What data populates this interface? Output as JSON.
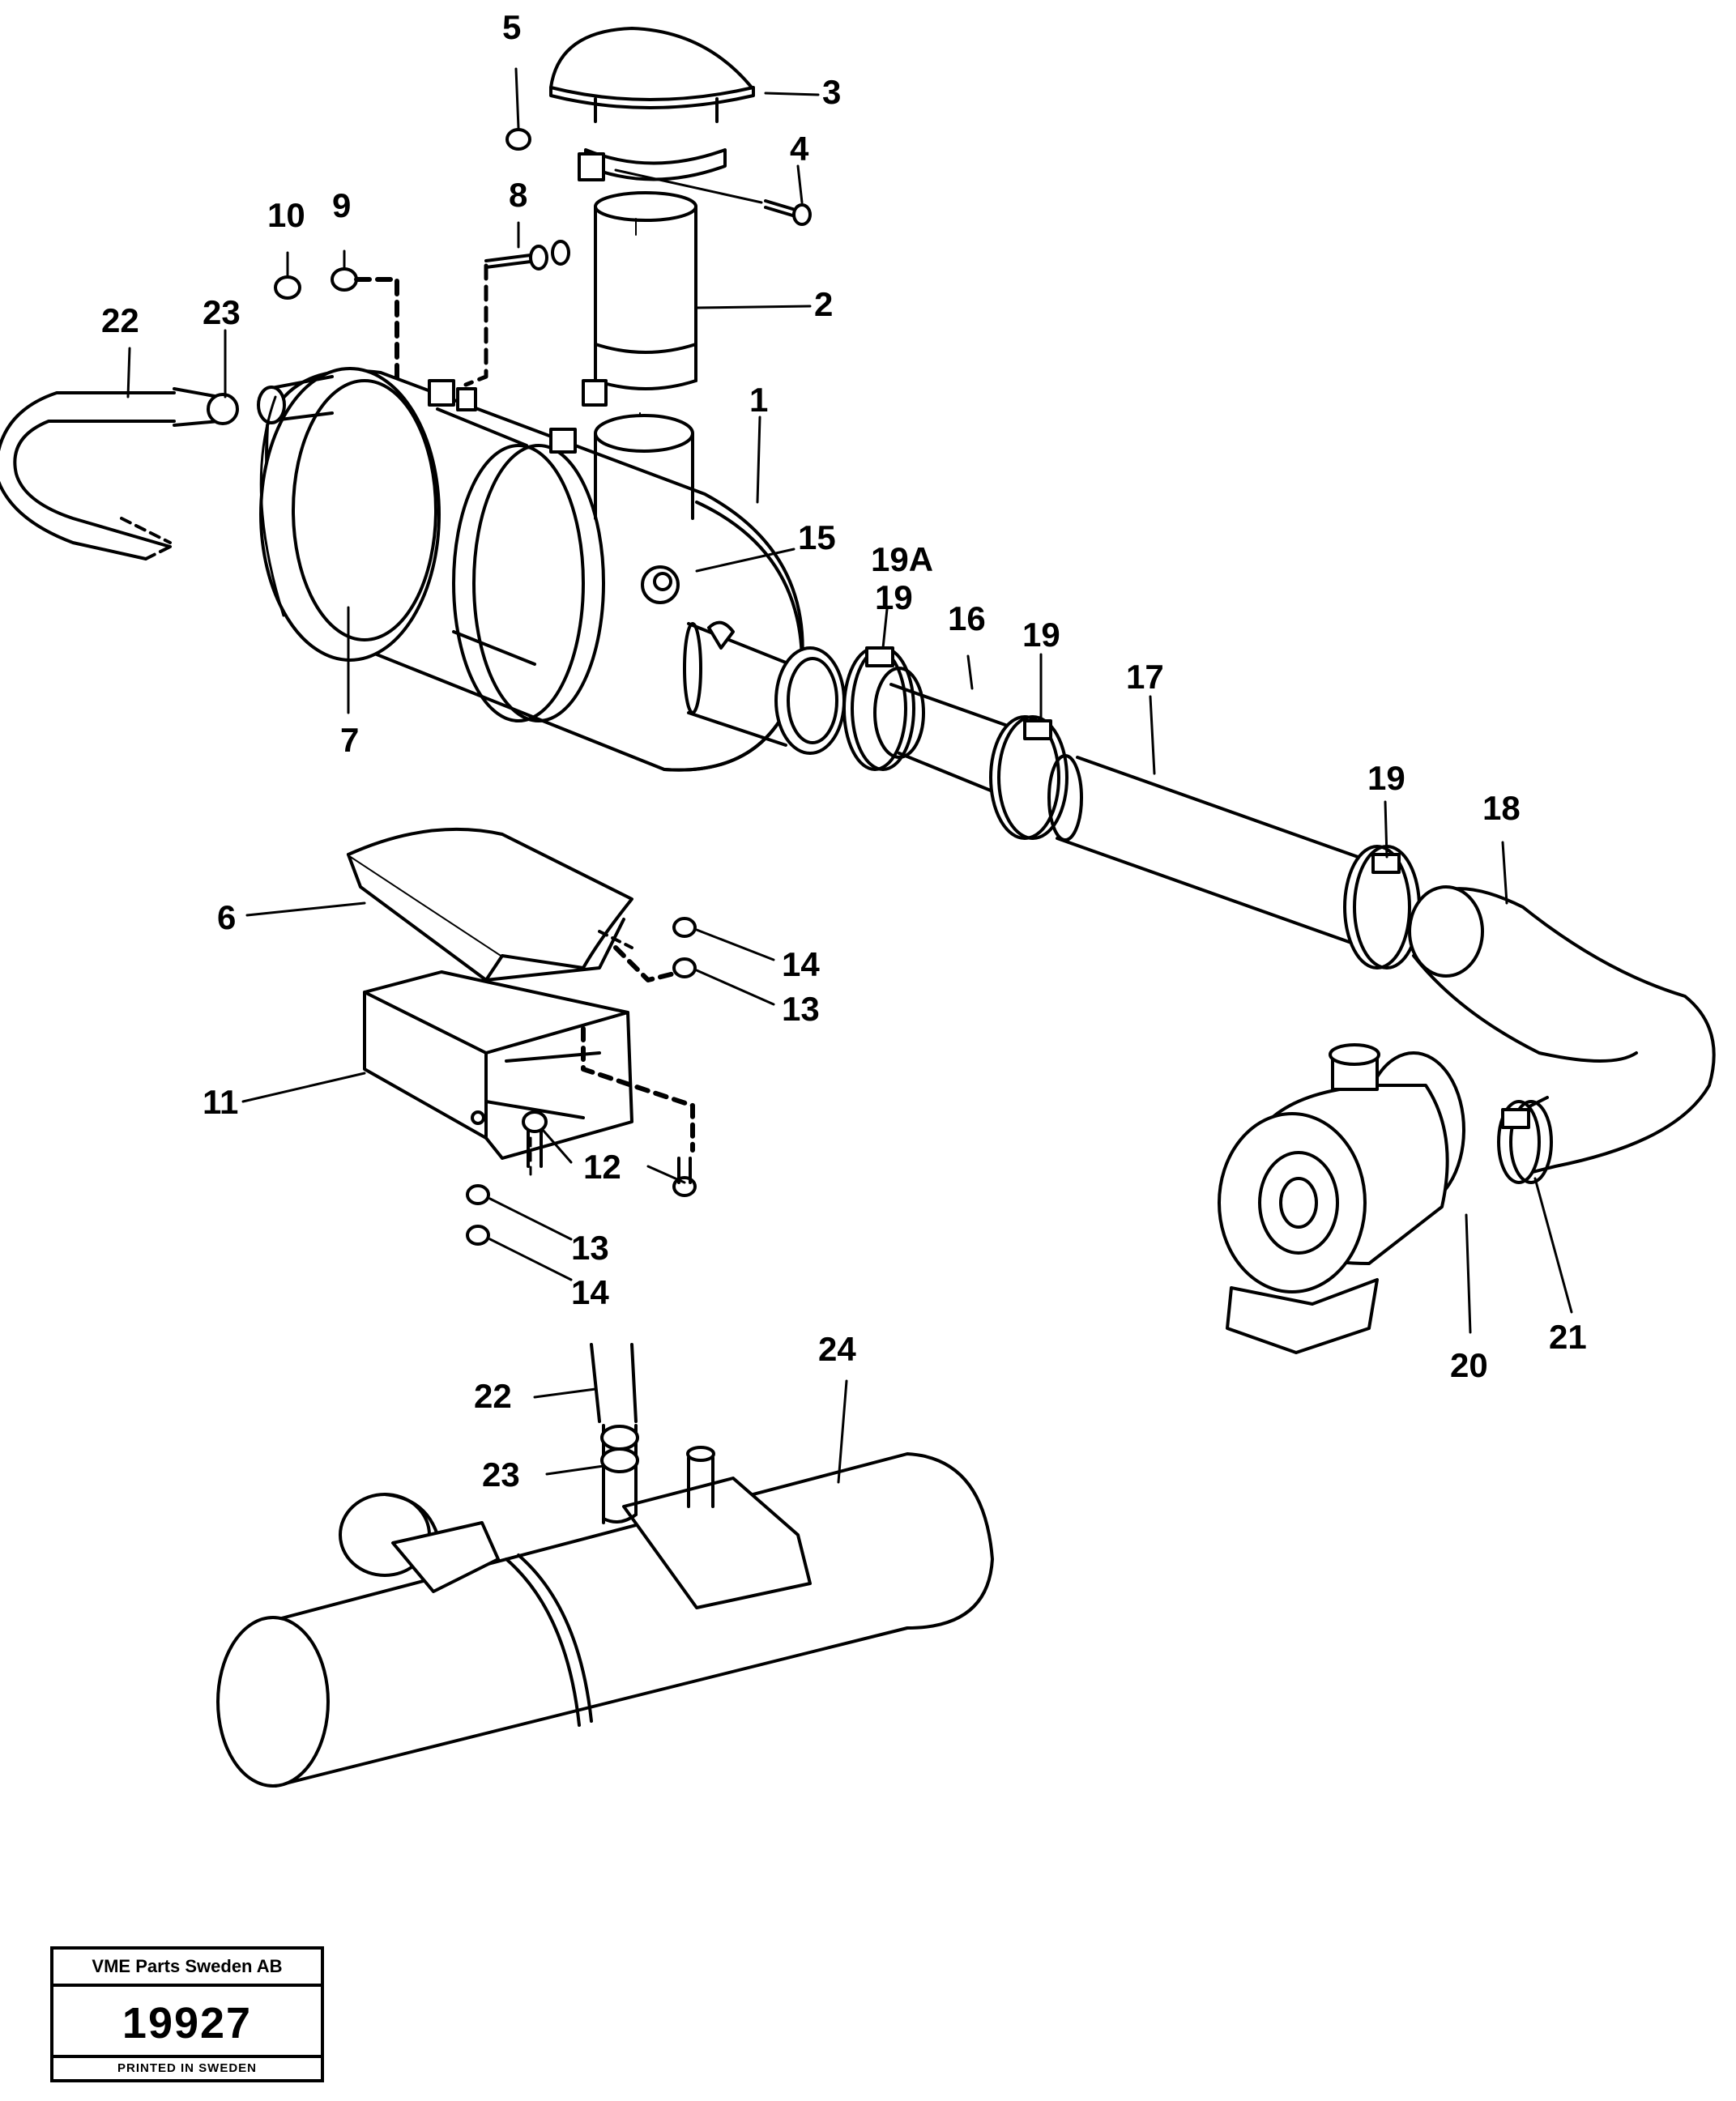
{
  "callouts": {
    "c1": "1",
    "c2": "2",
    "c3": "3",
    "c4": "4",
    "c5": "5",
    "c6": "6",
    "c7": "7",
    "c8": "8",
    "c9": "9",
    "c10": "10",
    "c11": "11",
    "c12": "12",
    "c13a": "13",
    "c13b": "13",
    "c14a": "14",
    "c14b": "14",
    "c15": "15",
    "c16": "16",
    "c17": "17",
    "c18": "18",
    "c19a": "19",
    "c19b": "19",
    "c19c": "19",
    "c19A": "19A",
    "c20": "20",
    "c21": "21",
    "c22a": "22",
    "c22b": "22",
    "c23a": "23",
    "c23b": "23",
    "c24": "24"
  },
  "stamp": {
    "company": "VME Parts Sweden AB",
    "number": "19927",
    "printed": "PRINTED IN SWEDEN"
  },
  "colors": {
    "ink": "#000000",
    "paper": "#ffffff"
  }
}
